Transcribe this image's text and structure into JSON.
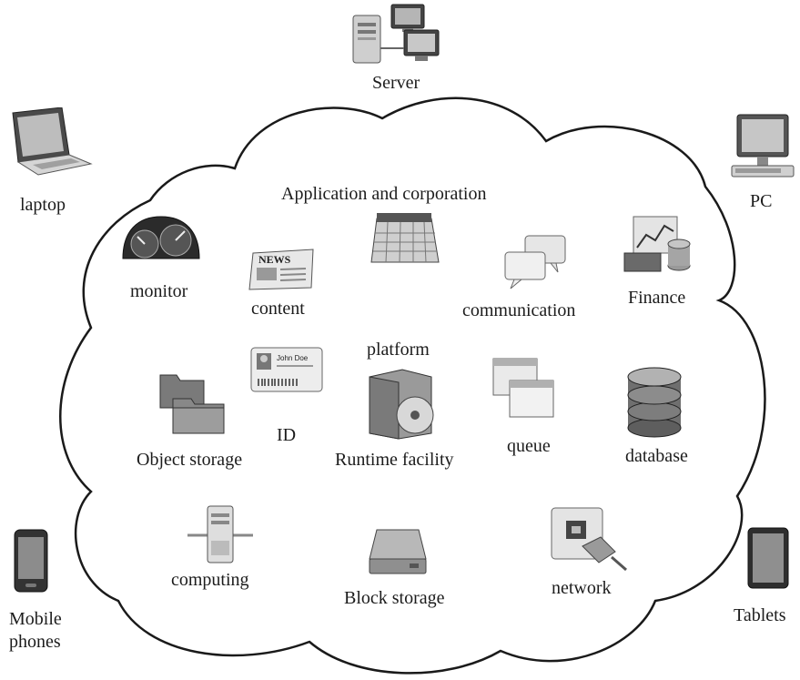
{
  "devices": {
    "server": "Server",
    "laptop": "laptop",
    "pc": "PC",
    "mobile_line1": "Mobile",
    "mobile_line2": "phones",
    "tablets": "Tablets"
  },
  "cloud": {
    "application": "Application and corporation",
    "monitor": "monitor",
    "content": "content",
    "communication": "communication",
    "finance": "Finance",
    "platform": "platform",
    "id": "ID",
    "object_storage": "Object storage",
    "runtime": "Runtime facility",
    "queue": "queue",
    "database": "database",
    "computing": "computing",
    "block_storage": "Block storage",
    "network": "network"
  },
  "icon_text": {
    "news": "NEWS",
    "id_name": "John Doe"
  },
  "icons": [
    "server-icon",
    "laptop-icon",
    "pc-icon",
    "mobile-phone-icon",
    "tablet-icon",
    "dashboard-icon",
    "newspaper-icon",
    "calendar-icon",
    "chat-icon",
    "finance-icon",
    "id-card-icon",
    "folder-icon",
    "runtime-disc-icon",
    "queue-windows-icon",
    "database-icon",
    "computing-server-icon",
    "hard-drive-icon",
    "network-jack-icon"
  ],
  "colors": {
    "line": "#1a1a1a",
    "icon_dark": "#3a3a3a",
    "icon_mid": "#8a8a8a",
    "icon_light": "#d8d8d8"
  }
}
